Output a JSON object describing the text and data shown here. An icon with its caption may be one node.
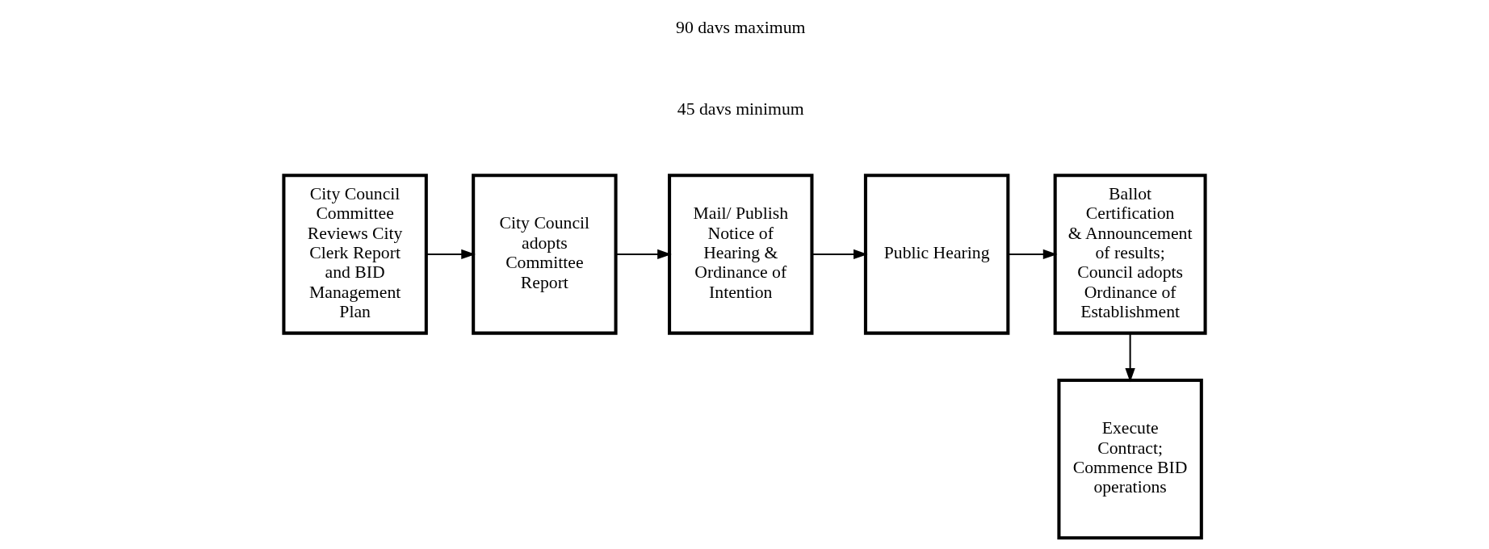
{
  "diagram": {
    "nodes": [
      {
        "text": [
          "City Council Committee Reviews City Clerk Report and BID Management Plan"
        ]
      },
      {
        "text": [
          "City Council adopts Committee Report"
        ]
      },
      {
        "text": [
          "Mail/ Publish Notice of Hearing & Ordinance of Intention"
        ]
      },
      {
        "text": [
          "Public Hearing"
        ]
      },
      {
        "text": [
          "Ballot Certification & Announcement of results; Council adopts Ordinance of Establishment"
        ]
      },
      {
        "text": [
          "Execute Contract; Commence BID operations"
        ]
      }
    ],
    "edges": [
      {
        "from": 0,
        "to": 1,
        "arrow": "to"
      },
      {
        "from": 1,
        "to": 2,
        "arrow": "to"
      },
      {
        "from": 2,
        "to": 3,
        "arrow": "to"
      },
      {
        "from": 3,
        "to": 4,
        "arrow": "to"
      },
      {
        "from": 4,
        "to": 5,
        "arrow": "to"
      }
    ],
    "labels": [
      "45 davs minimum",
      "90 davs maximum"
    ]
  }
}
